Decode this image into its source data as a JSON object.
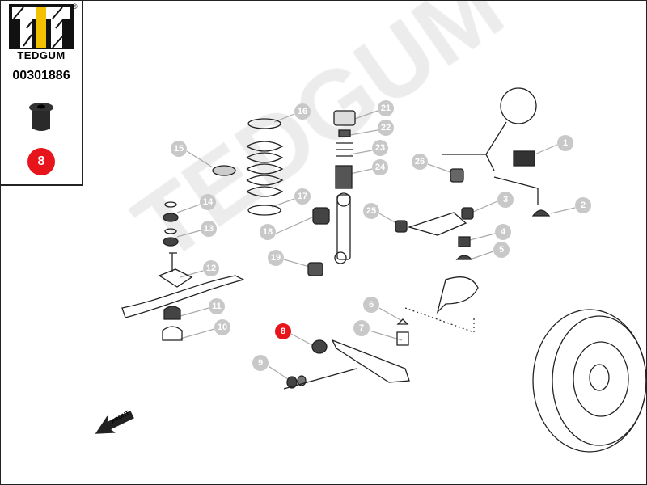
{
  "brand": {
    "name": "TEDGUM",
    "registered": "®",
    "part_number": "00301886",
    "highlight_number": "8",
    "highlight_color": "#e8141b"
  },
  "watermark": "TEDGUM",
  "direction_label": "FRONT",
  "callouts": [
    {
      "n": "1"
    },
    {
      "n": "2"
    },
    {
      "n": "3"
    },
    {
      "n": "4"
    },
    {
      "n": "5"
    },
    {
      "n": "6"
    },
    {
      "n": "7"
    },
    {
      "n": "8",
      "active": true
    },
    {
      "n": "9"
    },
    {
      "n": "10"
    },
    {
      "n": "11"
    },
    {
      "n": "12"
    },
    {
      "n": "13"
    },
    {
      "n": "14"
    },
    {
      "n": "15"
    },
    {
      "n": "16"
    },
    {
      "n": "17"
    },
    {
      "n": "18"
    },
    {
      "n": "19"
    },
    {
      "n": "21"
    },
    {
      "n": "22"
    },
    {
      "n": "23"
    },
    {
      "n": "24"
    },
    {
      "n": "25"
    },
    {
      "n": "26"
    }
  ]
}
